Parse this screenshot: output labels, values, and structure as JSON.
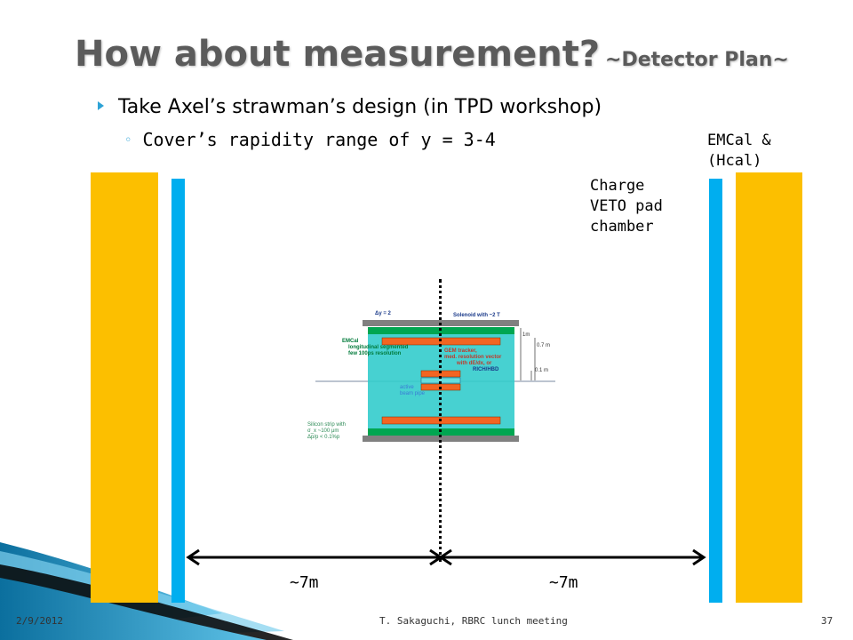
{
  "slide": {
    "title": "How about measurement?",
    "title_sub": "~Detector Plan~",
    "bullet_1": "Take Axel’s strawman’s design (in TPD workshop)",
    "bullet_2": "Cover’s rapidity range of y = 3-4",
    "emcal_line1": "EMCal &",
    "emcal_line2": "(Hcal)",
    "veto_line1": "Charge",
    "veto_line2": "VETO pad",
    "veto_line3": "chamber",
    "dist_left": "~7m",
    "dist_right": "~7m"
  },
  "inner_diagram": {
    "dy": "Δy = 2",
    "solenoid": "Solenoid with ~2 T",
    "emcal_title": "EMCal",
    "emcal_l1": "longitudinal segmented",
    "emcal_l2": "few 100ps resolution",
    "gem_l1": "GEM tracker,",
    "gem_l2": "med. resolution vector",
    "gem_l3": "with dE/dx, or",
    "gem_l4": "RICH/HBD",
    "dim_1m": "1m",
    "dim_07m": "0.7 m",
    "dim_01m": "0.1 m",
    "beam_l1": "active",
    "beam_l2": "beam pipe",
    "si_l1": "Silicon strip with",
    "si_l2": "σ_x ~100 μm",
    "si_l3": "Δp/p < 0.1%p"
  },
  "footer": {
    "date": "2/9/2012",
    "center": "T. Sakaguchi, RBRC lunch meeting",
    "page": "37"
  },
  "colors": {
    "yellow": "#fcbf00",
    "blue": "#00aeef",
    "teal": "#33cccc",
    "orange": "#f26522",
    "green": "#00a651"
  }
}
